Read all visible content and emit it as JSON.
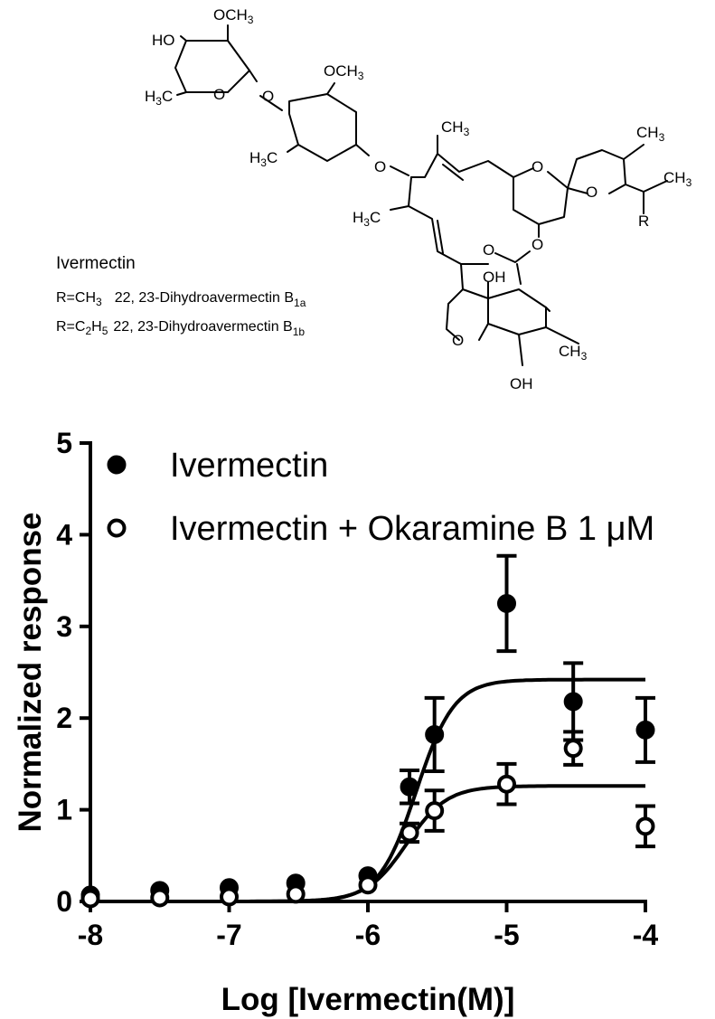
{
  "structure": {
    "name_label": "Ivermectin",
    "line1": {
      "prefix": "R=CH",
      "prefix_sub": "3",
      "name": "22, 23-Dihydroavermectin B",
      "name_sub": "1a"
    },
    "line2": {
      "prefix_a": "R=C",
      "prefix_sub_a": "2",
      "prefix_b": "H",
      "prefix_sub_b": "5",
      "name": "22, 23-Dihydroavermectin B",
      "name_sub": "1b"
    },
    "atom_labels": {
      "och3_a": "OCH3",
      "ho": "HO",
      "h3c_a": "H3C",
      "o_sugar1": "O",
      "o_link1": "O",
      "och3_b": "OCH3",
      "h3c_b": "H3C",
      "o_link2": "O",
      "ch3_top": "CH3",
      "o_spiro1": "O",
      "ch3_spiro": "CH3",
      "o_spiro2": "O",
      "ch3_side": "CH3",
      "r": "R",
      "h3c_c": "H3C",
      "o_carbonyl": "O",
      "o_ester": "O",
      "oh_a": "OH",
      "o_furan": "O",
      "ch3_ring": "CH3",
      "oh_b": "OH"
    }
  },
  "chart_data": {
    "type": "scatter",
    "title": "",
    "xlabel": "Log [Ivermectin(M)]",
    "ylabel": "Normalized response",
    "xlim": [
      -8,
      -4
    ],
    "ylim": [
      0,
      5
    ],
    "x_ticks": [
      -8,
      -7,
      -6,
      -5,
      -4
    ],
    "x_tick_labels": [
      "-8",
      "-7",
      "-6",
      "-5",
      "-4"
    ],
    "y_ticks": [
      0,
      1,
      2,
      3,
      4,
      5
    ],
    "y_tick_labels": [
      "0",
      "1",
      "2",
      "3",
      "4",
      "5"
    ],
    "grid": false,
    "legend_position": "top-left",
    "series": [
      {
        "name": "Ivermectin",
        "marker": "filled-circle",
        "color": "#000000",
        "points": [
          {
            "x": -8.0,
            "y": 0.07,
            "err": 0
          },
          {
            "x": -7.5,
            "y": 0.12,
            "err": 0
          },
          {
            "x": -7.0,
            "y": 0.15,
            "err": 0
          },
          {
            "x": -6.52,
            "y": 0.2,
            "err": 0
          },
          {
            "x": -6.0,
            "y": 0.28,
            "err": 0
          },
          {
            "x": -5.7,
            "y": 1.25,
            "err": 0.18
          },
          {
            "x": -5.52,
            "y": 1.82,
            "err": 0.4
          },
          {
            "x": -5.0,
            "y": 3.25,
            "err": 0.52
          },
          {
            "x": -4.52,
            "y": 2.18,
            "err": 0.42
          },
          {
            "x": -4.0,
            "y": 1.87,
            "err": 0.35
          }
        ],
        "fit": {
          "bottom": 0.0,
          "top": 2.42,
          "log_ec50": -5.65,
          "hill": 3.2
        }
      },
      {
        "name": "Ivermectin + Okaramine B 1 μM",
        "marker": "open-circle",
        "color": "#000000",
        "points": [
          {
            "x": -8.0,
            "y": 0.03,
            "err": 0
          },
          {
            "x": -7.5,
            "y": 0.04,
            "err": 0
          },
          {
            "x": -7.0,
            "y": 0.05,
            "err": 0
          },
          {
            "x": -6.52,
            "y": 0.08,
            "err": 0
          },
          {
            "x": -6.0,
            "y": 0.18,
            "err": 0
          },
          {
            "x": -5.7,
            "y": 0.75,
            "err": 0.1
          },
          {
            "x": -5.52,
            "y": 0.99,
            "err": 0.22
          },
          {
            "x": -5.0,
            "y": 1.28,
            "err": 0.22
          },
          {
            "x": -4.52,
            "y": 1.67,
            "err": 0.18
          },
          {
            "x": -4.0,
            "y": 0.82,
            "err": 0.22
          }
        ],
        "fit": {
          "bottom": 0.0,
          "top": 1.26,
          "log_ec50": -5.72,
          "hill": 3.0
        }
      }
    ]
  }
}
